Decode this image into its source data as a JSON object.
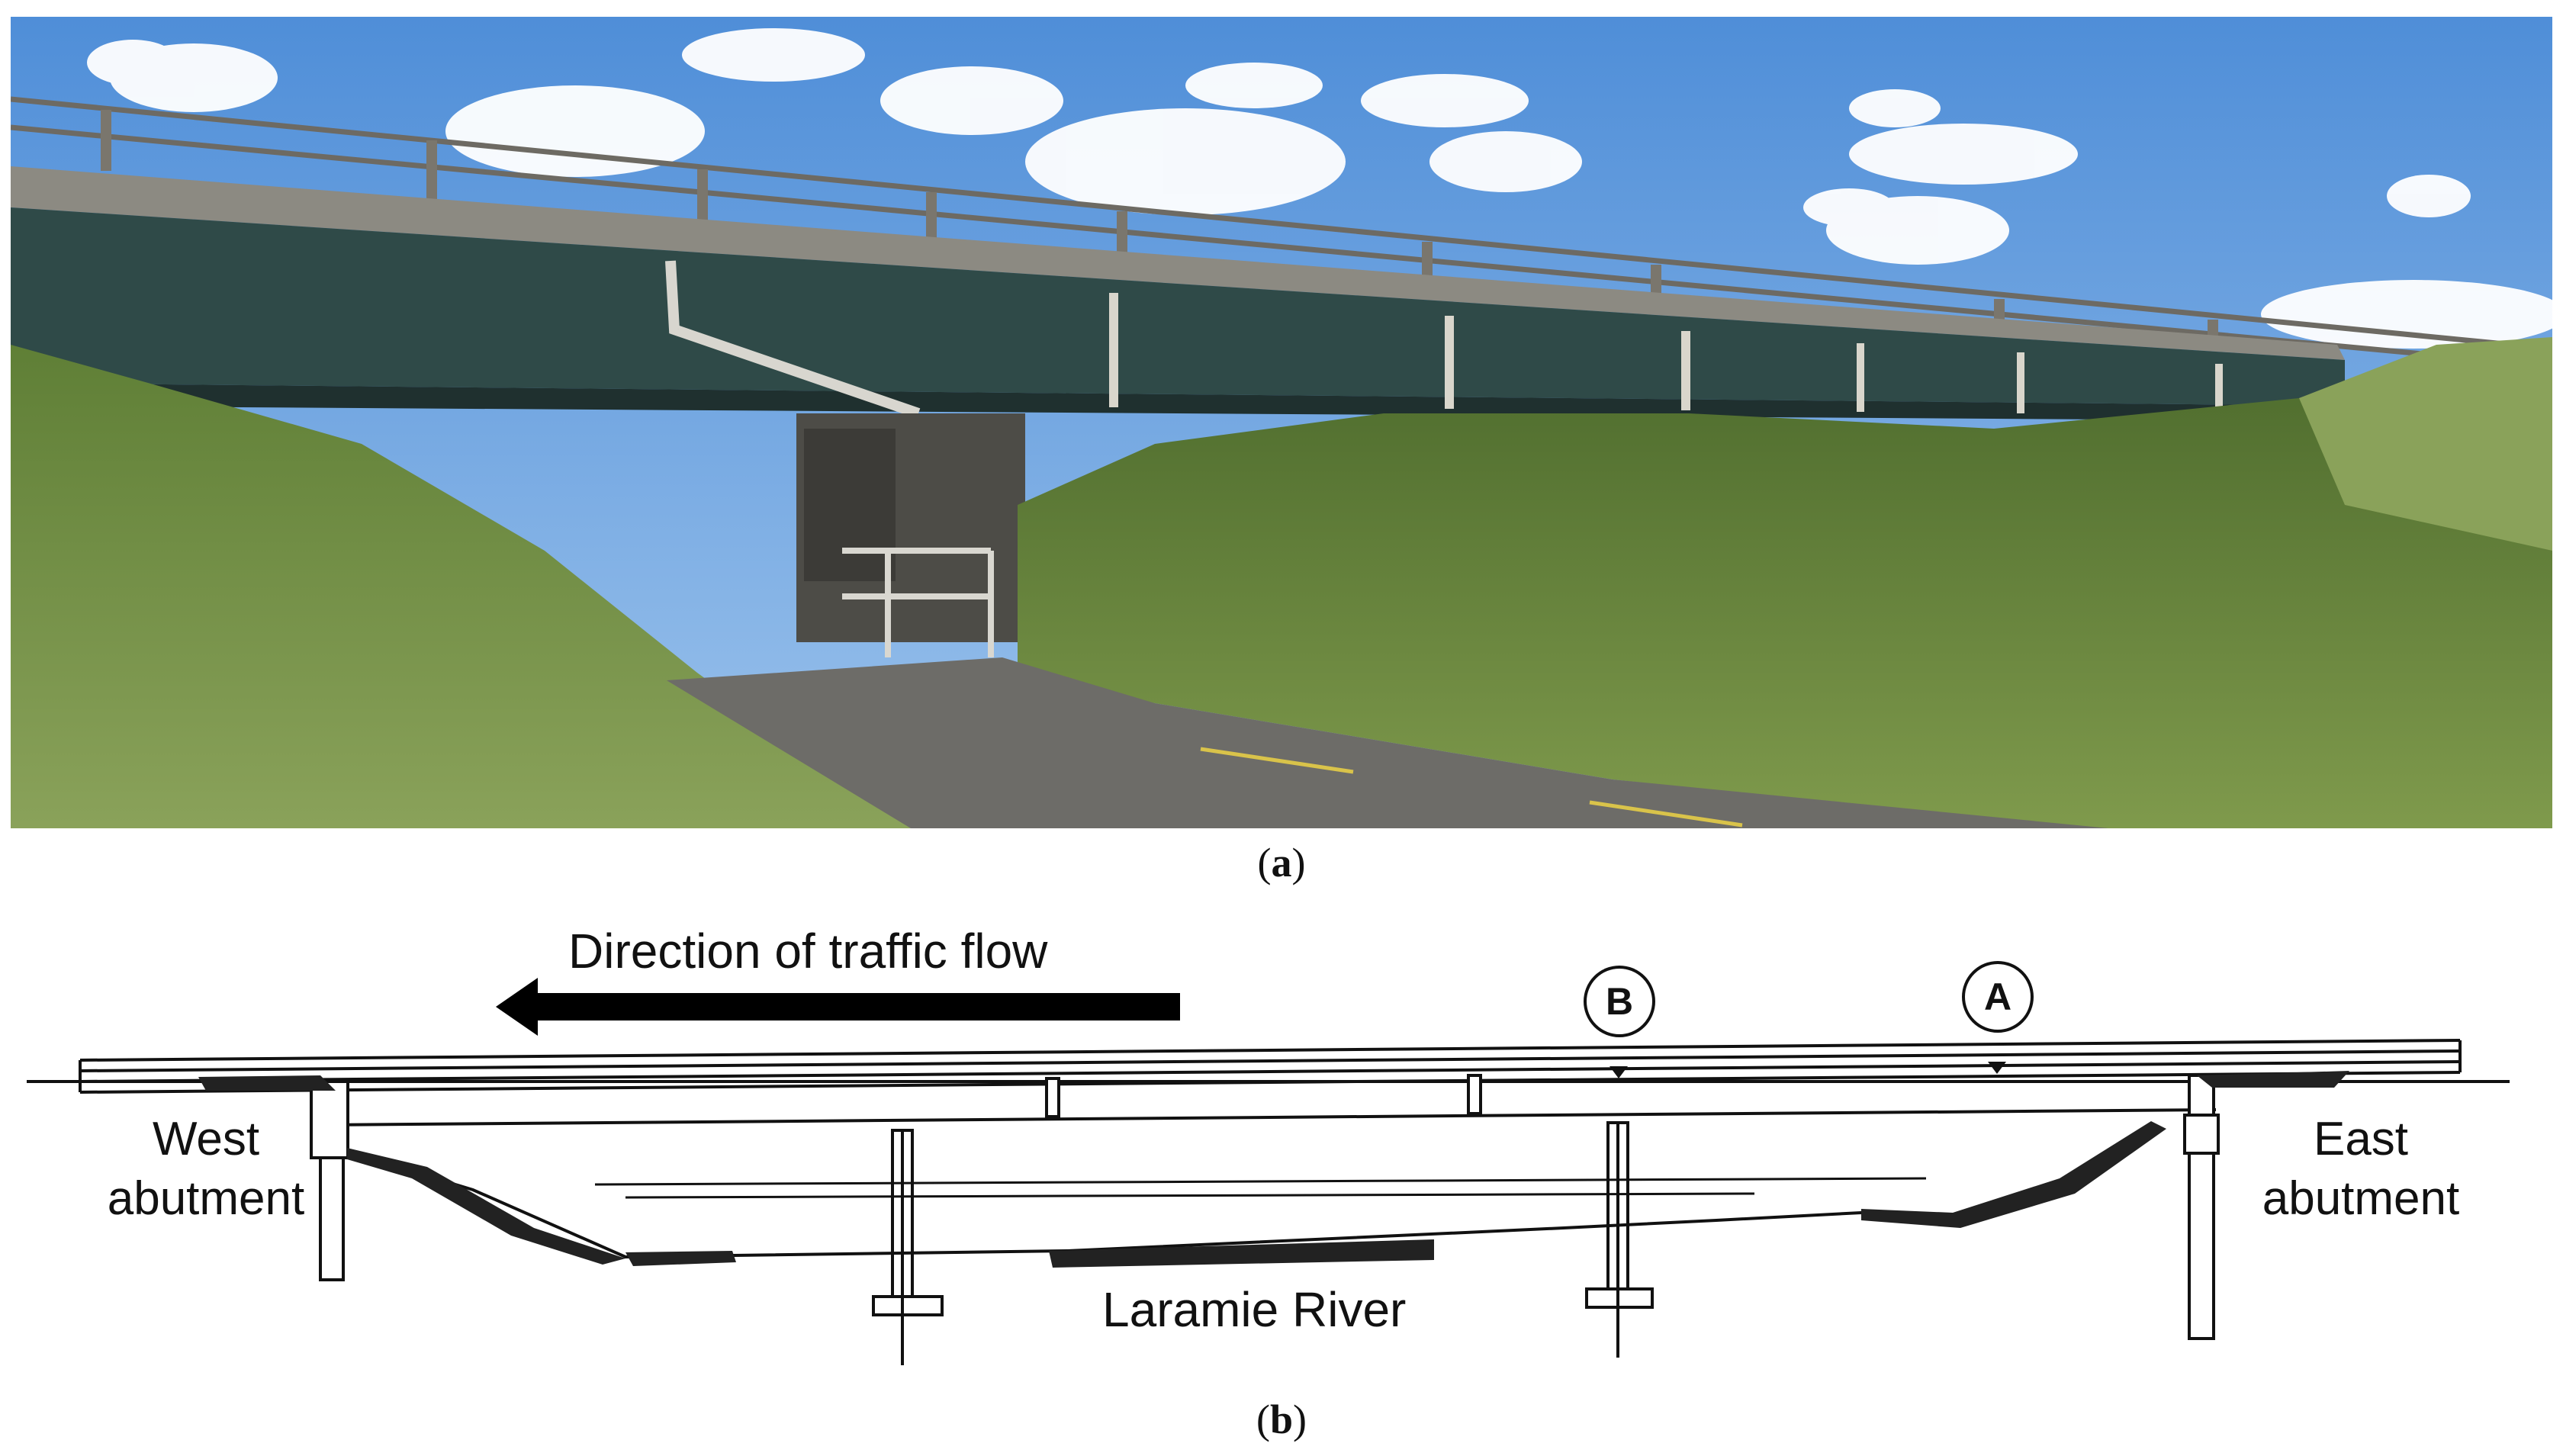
{
  "figure": {
    "panel_a": {
      "caption_letter": "a",
      "content": "photo"
    },
    "panel_b": {
      "caption_letter": "b",
      "traffic_label": "Direction of traffic flow",
      "river_label": "Laramie River",
      "west_label_line1": "West",
      "west_label_line2": "abutment",
      "east_label_line1": "East",
      "east_label_line2": "abutment",
      "marker_a": "A",
      "marker_b": "B"
    }
  },
  "colors": {
    "sky": "#6fa6e0",
    "girder": "#2f4a48",
    "grass": "#6e8f43",
    "path": "#6d6c68",
    "ink": "#111111"
  }
}
